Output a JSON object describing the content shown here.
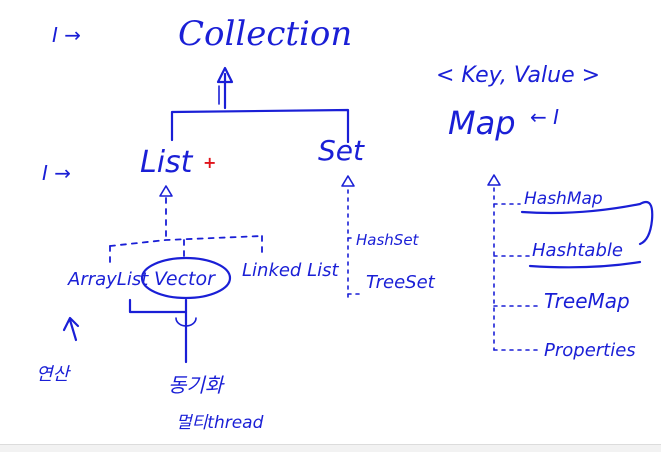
{
  "colors": {
    "ink": "#1a1fd6",
    "marker": "#e0141c",
    "background": "#ffffff"
  },
  "labels": {
    "interface_mark_top": "I →",
    "collection": "Collection",
    "interface_mark_list": "I →",
    "list": "List",
    "set": "Set",
    "arraylist": "ArrayList",
    "vector": "Vector",
    "linkedlist": "Linked List",
    "hashset": "HashSet",
    "treeset": "TreeSet",
    "arraylist_note": "연산",
    "vector_note": "동기화",
    "vector_note2": "멀티thread",
    "map_generic": "< Key, Value >",
    "map": "Map",
    "map_interface_mark": "← I",
    "hashmap": "HashMap",
    "hashtable": "Hashtable",
    "treemap": "TreeMap",
    "properties": "Properties",
    "red_mark": "+"
  }
}
